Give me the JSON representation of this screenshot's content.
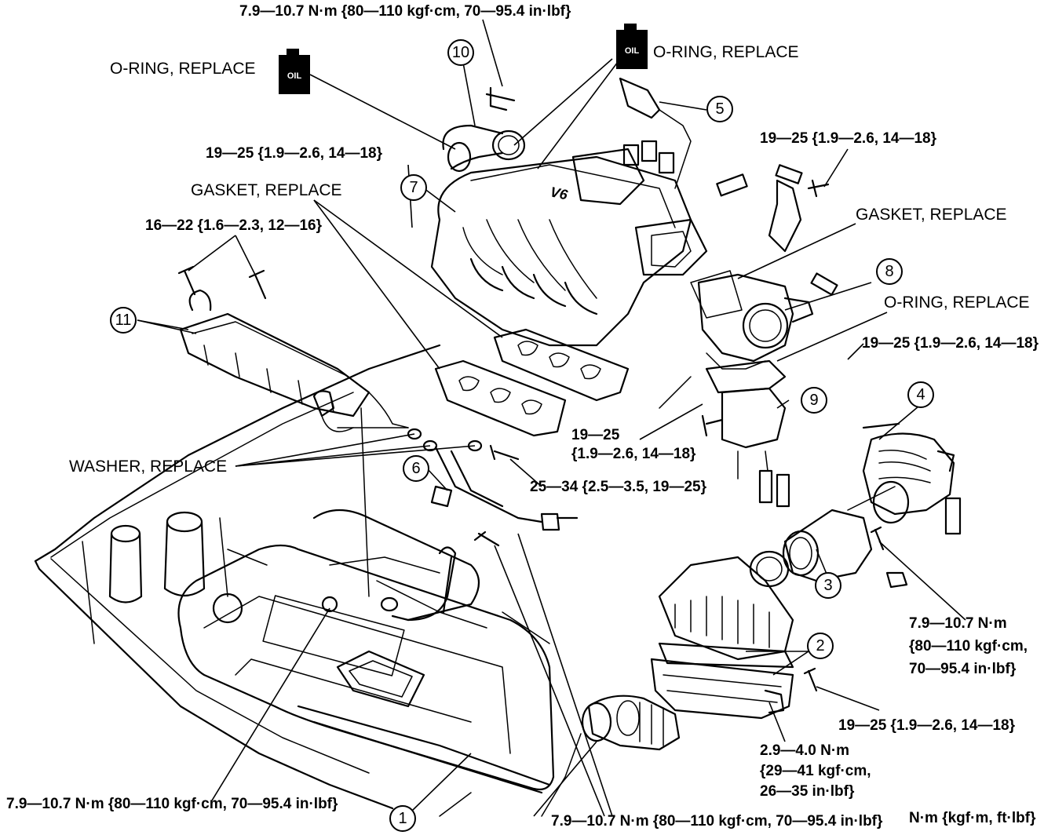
{
  "torque_specs": {
    "top_bolt": "7.9—10.7 N·m {80—110 kgf·cm, 70—95.4 in·lbf}",
    "upper_mid_bolt": "19—25 {1.9—2.6, 14—18}",
    "upper_right_bracket": "19—25 {1.9—2.6, 14—18}",
    "left_bolts": "16—22 {1.6—2.3, 12—16}",
    "throttle_nut": "19—25 {1.9—2.6, 14—18}",
    "iac_bolt_1": "19—25",
    "iac_bolt_2": "{1.9—2.6, 14—18}",
    "pipe_bolt": "25—34 {2.5—3.5, 19—25}",
    "mass_air_1": "7.9—10.7 N·m",
    "mass_air_2": "{80—110 kgf·cm,",
    "mass_air_3": "70—95.4 in·lbf}",
    "cleaner_bolt": "19—25 {1.9—2.6, 14—18}",
    "clamp_1": "2.9—4.0 N·m",
    "clamp_2": "{29—41 kgf·cm,",
    "clamp_3": "26—35 in·lbf}",
    "bottom_left": "7.9—10.7 N·m {80—110 kgf·cm, 70—95.4 in·lbf}",
    "bottom_mid": "7.9—10.7 N·m {80—110 kgf·cm, 70—95.4 in·lbf}",
    "units": "N·m {kgf·m, ft·lbf}"
  },
  "notes": {
    "oring_left": "O-RING, REPLACE",
    "oring_top": "O-RING, REPLACE",
    "oring_right": "O-RING, REPLACE",
    "gasket_left": "GASKET, REPLACE",
    "gasket_right": "GASKET, REPLACE",
    "washer": "WASHER, REPLACE"
  },
  "oil_icon": {
    "name": "oil-can-icon",
    "text": "OIL"
  },
  "callouts": {
    "c1": "1",
    "c2": "2",
    "c3": "3",
    "c4": "4",
    "c5": "5",
    "c6": "6",
    "c7": "7",
    "c8": "8",
    "c9": "9",
    "c10": "10",
    "c11": "11"
  }
}
